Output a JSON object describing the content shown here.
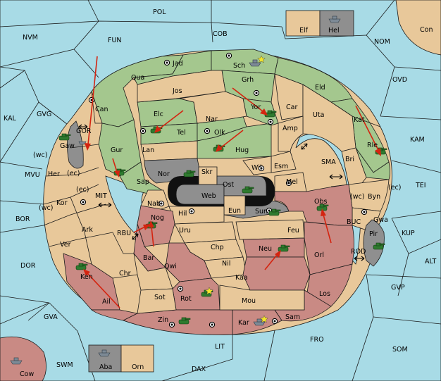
{
  "colors": {
    "sea": "#a8dbe6",
    "neutral": "#e8c89a",
    "green_power": "#a4c78e",
    "red_power": "#c98a84",
    "grey_power": "#8f8f8f",
    "arrow": "#d42410"
  },
  "regions": {
    "pol": "POL",
    "nvm": "NVM",
    "fun": "FUN",
    "cob": "COB",
    "nom": "NOM",
    "ovd": "OVD",
    "kal": "KAL",
    "gvg": "GVG",
    "kam": "KAM",
    "tei": "TEI",
    "mvu": "MVU",
    "bor": "BOR",
    "dor": "DOR",
    "alt": "ALT",
    "kup": "KUP",
    "gvp": "GVP",
    "gva": "GVA",
    "fro": "FRO",
    "som": "SOM",
    "lit": "LIT",
    "swm": "SWM",
    "dax": "DAX",
    "con": "Con",
    "cow": "Cow",
    "elf": "Elf",
    "hel": "Hel",
    "aba": "Aba",
    "orn": "Orn",
    "jad": "Jad",
    "sch": "Sch",
    "qua": "Qua",
    "jos": "Jos",
    "grh": "Grh",
    "eld": "Eld",
    "can": "Can",
    "yor": "Yor",
    "car": "Car",
    "uta": "Uta",
    "elc": "Elc",
    "nar": "Nar",
    "tel": "Tel",
    "olk": "Olk",
    "amp": "Amp",
    "kat": "Kat",
    "gor": "GOR",
    "gaw": "Gaw",
    "lan": "Lan",
    "hug": "Hug",
    "gur": "Gur",
    "rle": "Rle",
    "bri": "Bri",
    "wil": "Wil",
    "esm": "Esm",
    "sma": "SMA",
    "nor": "Nor",
    "skr": "Skr",
    "ost": "Ost",
    "sap": "Sap",
    "web": "Web",
    "mel": "Mel",
    "her": "Her",
    "byn": "Byn",
    "kor": "Kor",
    "mit": "MIT",
    "nab": "Nab",
    "eun": "Eun",
    "obs": "Obs",
    "sun": "Sun",
    "hil": "Hil",
    "nog": "Nog",
    "ark": "Ark",
    "gwa": "Gwa",
    "buc": "BUC",
    "rbu": "RBU",
    "uru": "Uru",
    "feu": "Feu",
    "pir": "Pir",
    "ver": "Ver",
    "chp": "Chp",
    "neu": "Neu",
    "bar": "Bar",
    "qwi": "Qwi",
    "nil": "Nil",
    "orl": "Orl",
    "rod": "ROD",
    "chr": "Chr",
    "kaa": "Kaa",
    "ken": "Ken",
    "rot": "Rot",
    "los": "Los",
    "sot": "Sot",
    "mou": "Mou",
    "ail": "Ail",
    "zin": "Zin",
    "kar": "Kar",
    "sam": "Sam"
  },
  "coast_markers": {
    "gvg_wc": "(wc)",
    "her_ec": "(ec)",
    "kor_ec": "(ec)",
    "kor_wc": "(wc)",
    "byn_wc": "(wc)",
    "byn_ec": "(ec)"
  }
}
